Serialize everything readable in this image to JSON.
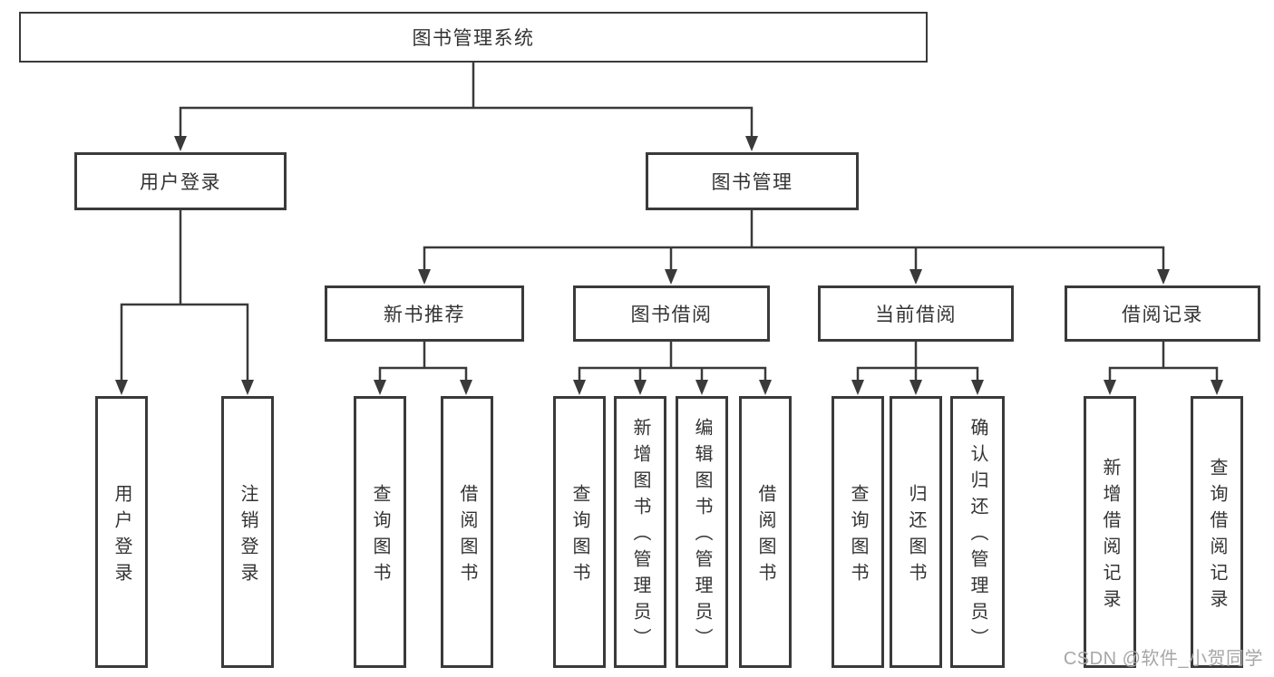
{
  "diagram": {
    "root": {
      "label": "图书管理系统"
    },
    "level2": [
      {
        "label": "用户登录"
      },
      {
        "label": "图书管理"
      }
    ],
    "level3": [
      {
        "label": "新书推荐"
      },
      {
        "label": "图书借阅"
      },
      {
        "label": "当前借阅"
      },
      {
        "label": "借阅记录"
      }
    ],
    "leafGroups": [
      {
        "items": [
          {
            "label": "用户登录"
          },
          {
            "label": "注销登录"
          }
        ]
      },
      {
        "items": [
          {
            "label": "查询图书"
          },
          {
            "label": "借阅图书"
          }
        ]
      },
      {
        "items": [
          {
            "label": "查询图书"
          },
          {
            "label": "新增图书（管理员）"
          },
          {
            "label": "编辑图书（管理员）"
          },
          {
            "label": "借阅图书"
          }
        ]
      },
      {
        "items": [
          {
            "label": "查询图书"
          },
          {
            "label": "归还图书"
          },
          {
            "label": "确认归还（管理员）"
          }
        ]
      },
      {
        "items": [
          {
            "label": "新增借阅记录"
          },
          {
            "label": "查询借阅记录"
          }
        ]
      }
    ]
  },
  "watermark": {
    "text": "CSDN @软件_小贺同学"
  },
  "colors": {
    "line": "#3a3a3a",
    "box_border": "#3a3a3a",
    "text": "#333333",
    "background": "#ffffff",
    "watermark": "#a7a7a7"
  }
}
